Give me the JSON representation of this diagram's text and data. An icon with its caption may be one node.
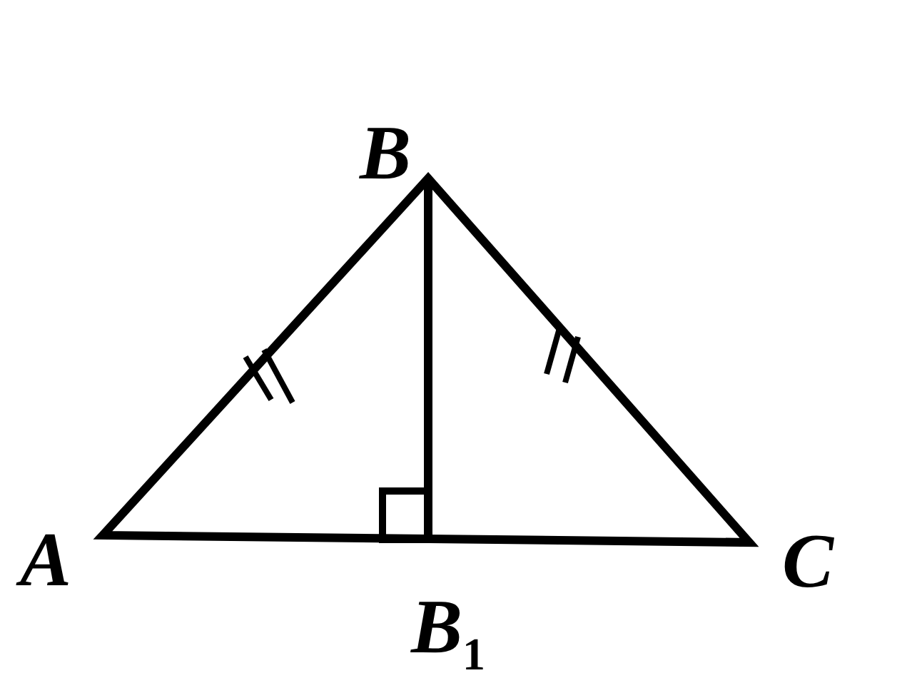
{
  "diagram": {
    "labels": [
      "B",
      "A",
      "C",
      "B$_{1}$"
    ]
  }
}
